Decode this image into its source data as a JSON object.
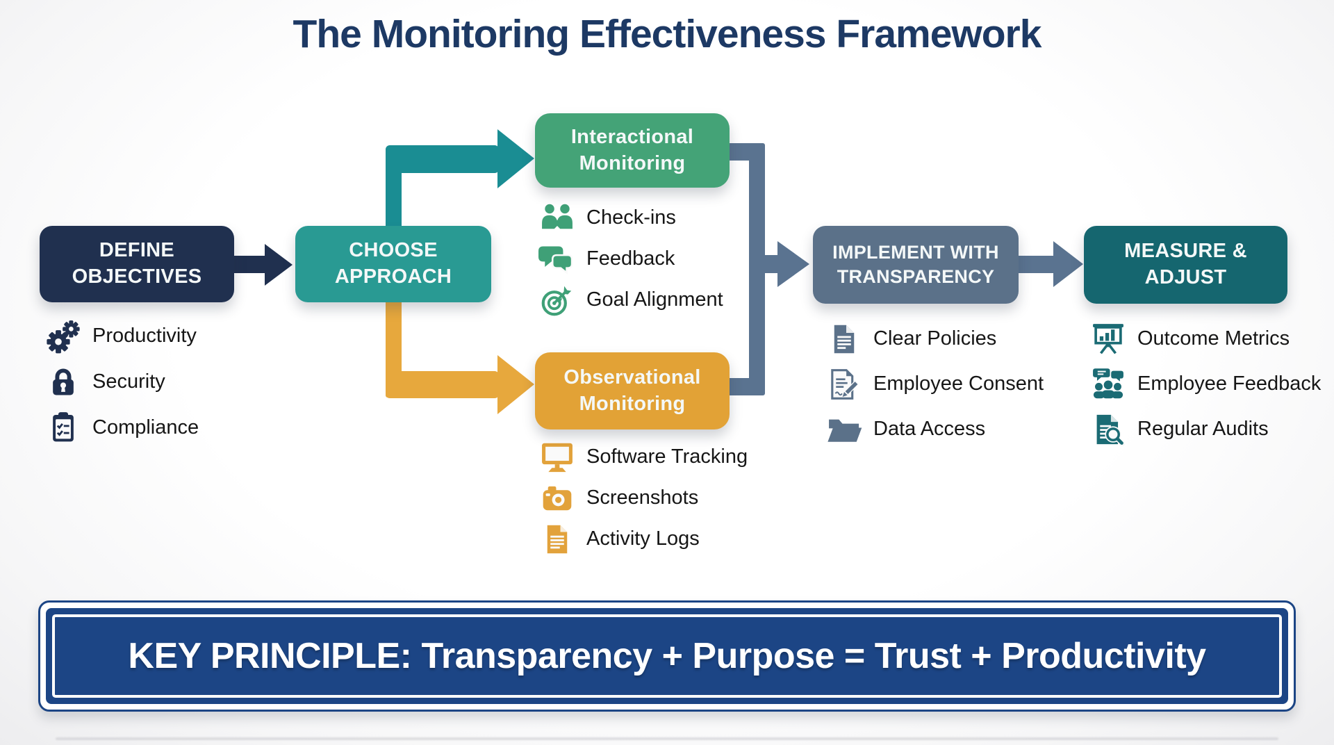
{
  "title": "The Monitoring Effectiveness Framework",
  "key_principle": "KEY PRINCIPLE: Transparency + Purpose = Trust + Productivity",
  "colors": {
    "navy": "#20304f",
    "teal_box": "#299a93",
    "teal_connector": "#1a8d93",
    "green_box": "#44a377",
    "green_icon": "#3fa077",
    "orange_box": "#e2a236",
    "orange_connector": "#e7a83d",
    "slate_box": "#5b7189",
    "slate_connector": "#5a7390",
    "dark_teal_box": "#15666f",
    "banner_blue": "#1c4585",
    "title_navy": "#1d3964"
  },
  "stages": [
    {
      "id": "define-objectives",
      "label": "DEFINE\nOBJECTIVES",
      "items": [
        {
          "icon": "gears-icon",
          "label": "Productivity"
        },
        {
          "icon": "lock-icon",
          "label": "Security"
        },
        {
          "icon": "clipboard-check-icon",
          "label": "Compliance"
        }
      ]
    },
    {
      "id": "choose-approach",
      "label": "CHOOSE\nAPPROACH",
      "items": []
    },
    {
      "id": "interactional-monitoring",
      "label": "Interactional\nMonitoring",
      "items": [
        {
          "icon": "handshake-people-icon",
          "label": "Check-ins"
        },
        {
          "icon": "chat-bubbles-icon",
          "label": "Feedback"
        },
        {
          "icon": "target-arrow-icon",
          "label": "Goal Alignment"
        }
      ]
    },
    {
      "id": "observational-monitoring",
      "label": "Observational\nMonitoring",
      "items": [
        {
          "icon": "monitor-icon",
          "label": "Software Tracking"
        },
        {
          "icon": "camera-icon",
          "label": "Screenshots"
        },
        {
          "icon": "document-icon",
          "label": "Activity Logs"
        }
      ]
    },
    {
      "id": "implement-with-transparency",
      "label": "IMPLEMENT WITH\nTRANSPARENCY",
      "items": [
        {
          "icon": "policy-document-icon",
          "label": "Clear Policies"
        },
        {
          "icon": "consent-pencil-icon",
          "label": "Employee Consent"
        },
        {
          "icon": "folder-icon",
          "label": "Data Access"
        }
      ]
    },
    {
      "id": "measure-adjust",
      "label": "MEASURE &\nADJUST",
      "items": [
        {
          "icon": "presentation-chart-icon",
          "label": "Outcome Metrics"
        },
        {
          "icon": "people-feedback-icon",
          "label": "Employee Feedback"
        },
        {
          "icon": "document-search-icon",
          "label": "Regular Audits"
        }
      ]
    }
  ]
}
